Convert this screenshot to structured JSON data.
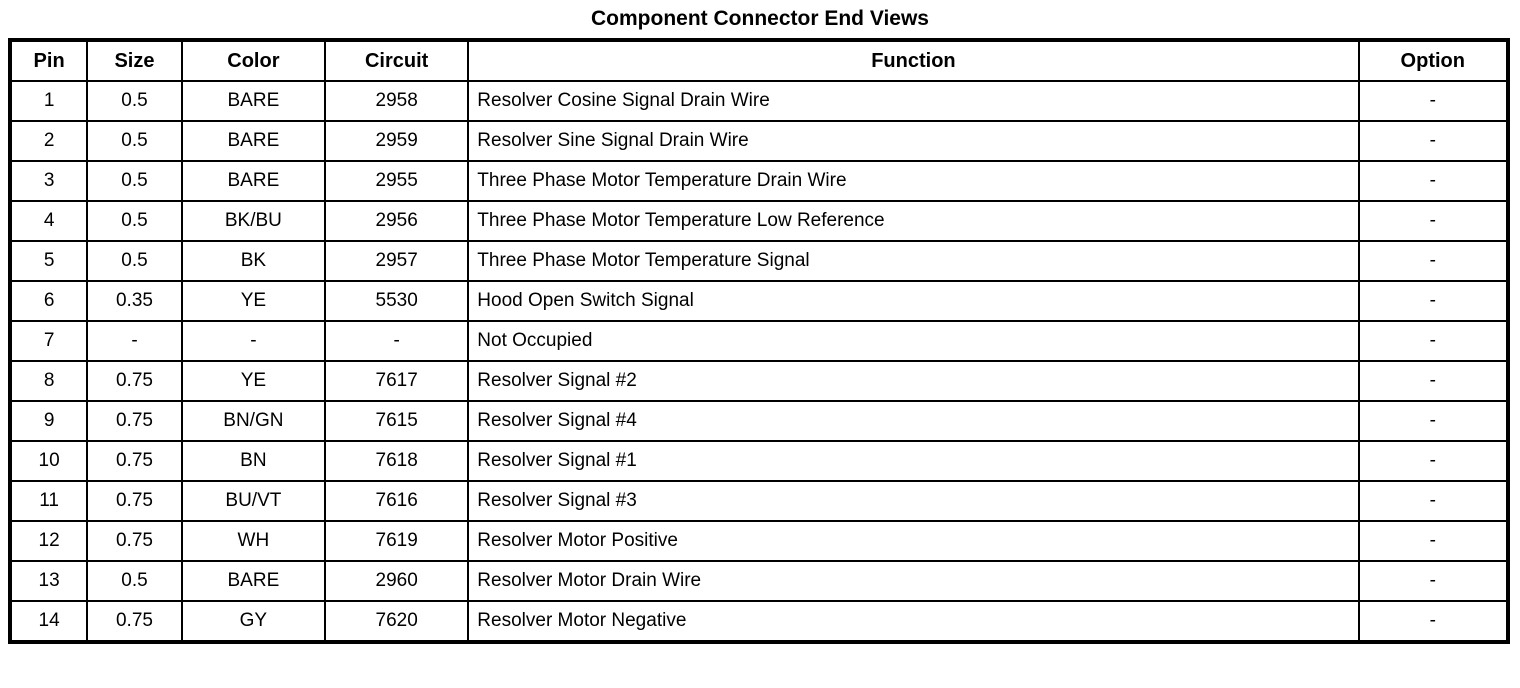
{
  "title": "Component Connector End Views",
  "table": {
    "headers": [
      "Pin",
      "Size",
      "Color",
      "Circuit",
      "Function",
      "Option"
    ],
    "rows": [
      [
        "1",
        "0.5",
        "BARE",
        "2958",
        "Resolver Cosine Signal Drain Wire",
        "-"
      ],
      [
        "2",
        "0.5",
        "BARE",
        "2959",
        "Resolver Sine Signal Drain Wire",
        "-"
      ],
      [
        "3",
        "0.5",
        "BARE",
        "2955",
        "Three Phase Motor Temperature Drain Wire",
        "-"
      ],
      [
        "4",
        "0.5",
        "BK/BU",
        "2956",
        "Three Phase Motor Temperature Low Reference",
        "-"
      ],
      [
        "5",
        "0.5",
        "BK",
        "2957",
        "Three Phase Motor Temperature Signal",
        "-"
      ],
      [
        "6",
        "0.35",
        "YE",
        "5530",
        "Hood Open Switch Signal",
        "-"
      ],
      [
        "7",
        "-",
        "-",
        "-",
        "Not Occupied",
        "-"
      ],
      [
        "8",
        "0.75",
        "YE",
        "7617",
        "Resolver Signal #2",
        "-"
      ],
      [
        "9",
        "0.75",
        "BN/GN",
        "7615",
        "Resolver Signal #4",
        "-"
      ],
      [
        "10",
        "0.75",
        "BN",
        "7618",
        "Resolver Signal #1",
        "-"
      ],
      [
        "11",
        "0.75",
        "BU/VT",
        "7616",
        "Resolver Signal #3",
        "-"
      ],
      [
        "12",
        "0.75",
        "WH",
        "7619",
        "Resolver Motor Positive",
        "-"
      ],
      [
        "13",
        "0.5",
        "BARE",
        "2960",
        "Resolver Motor Drain Wire",
        "-"
      ],
      [
        "14",
        "0.75",
        "GY",
        "7620",
        "Resolver Motor Negative",
        "-"
      ]
    ],
    "column_keys": [
      "pin",
      "size",
      "color",
      "circuit",
      "function",
      "option"
    ]
  }
}
